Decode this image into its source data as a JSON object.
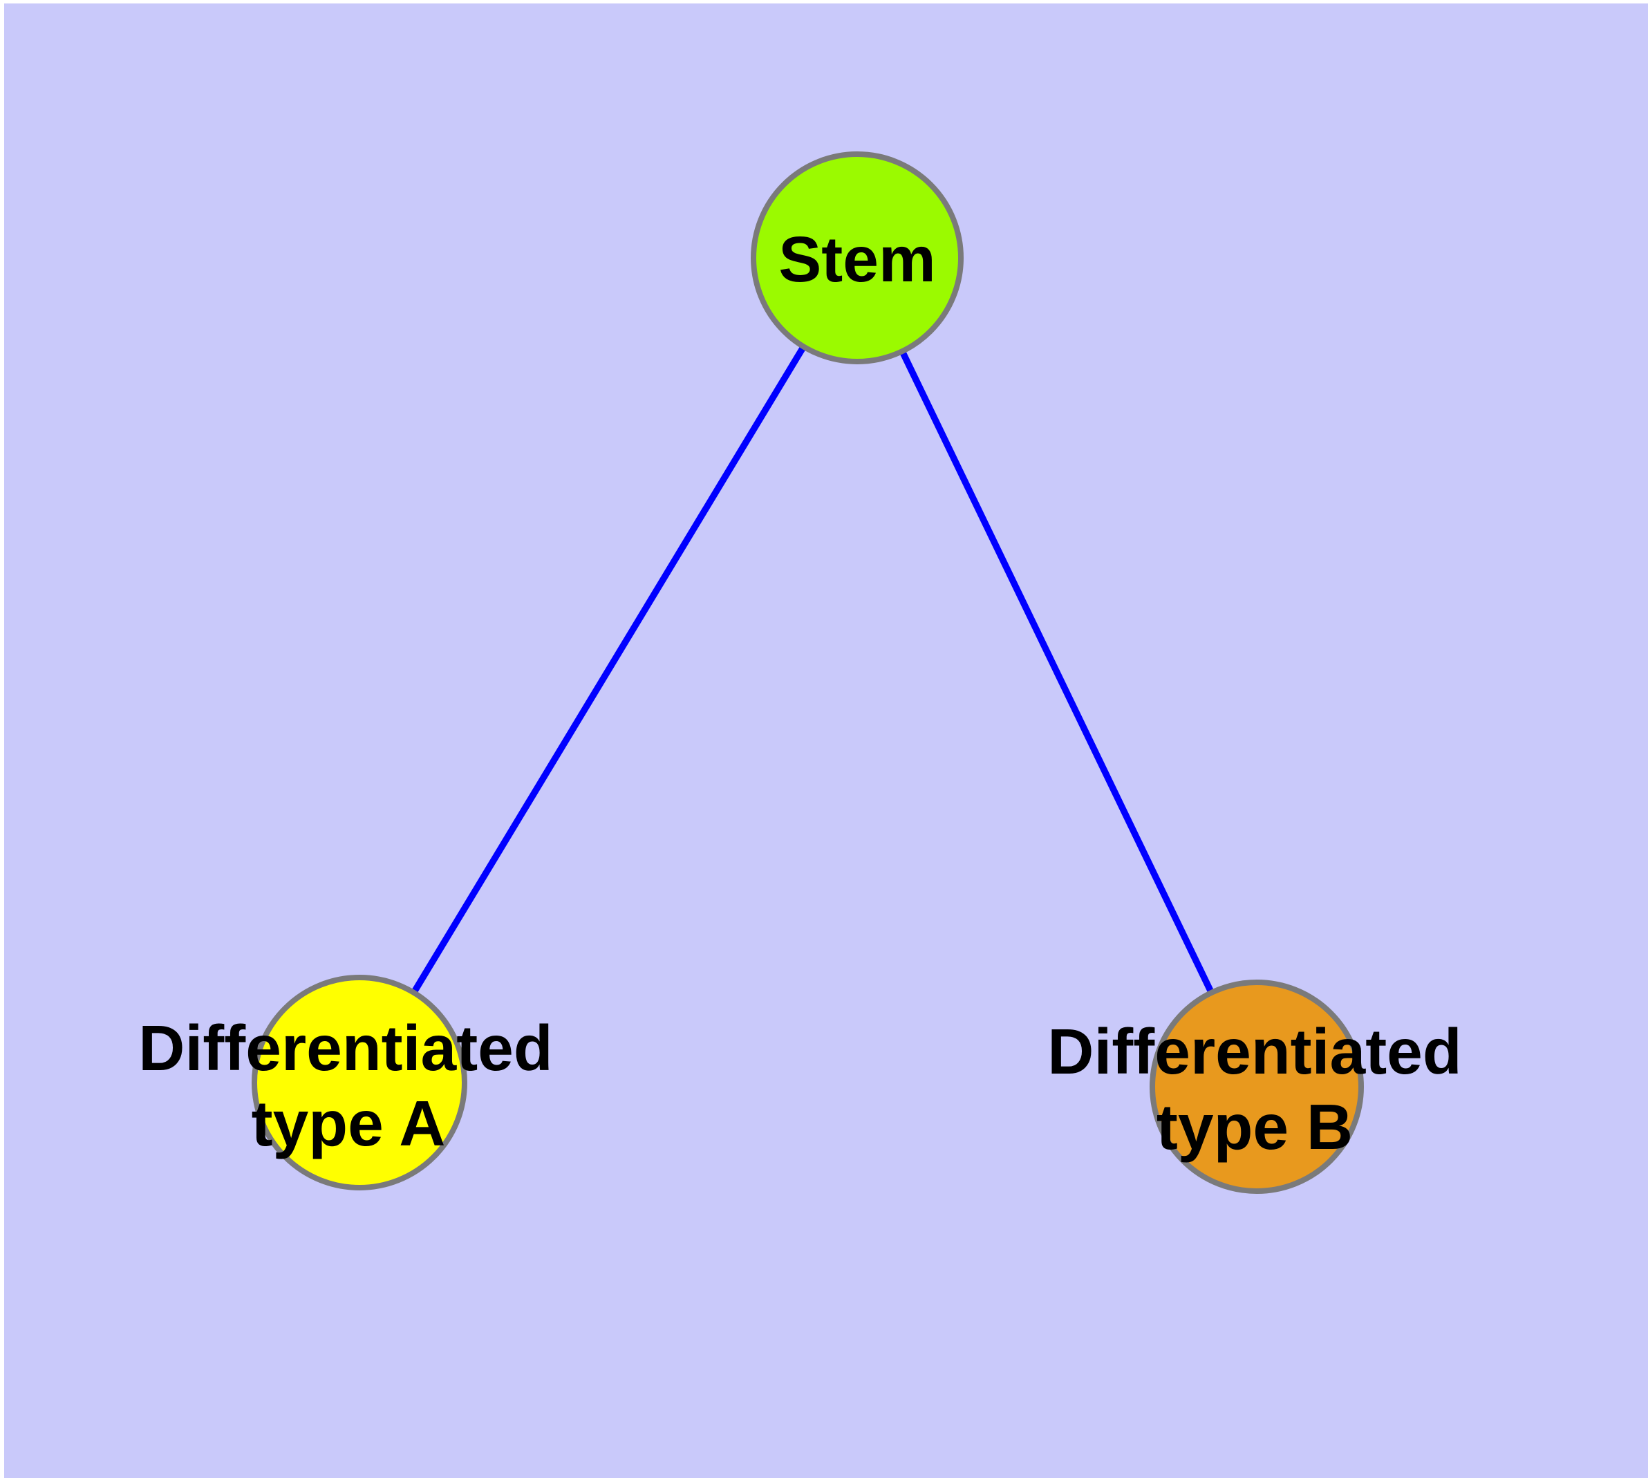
{
  "graph": {
    "background_color": "#C9C9FA",
    "margin_color": "#FFFFFF",
    "edge_color": "#0000FF",
    "node_border_color": "#7A7A7A",
    "text_color": "#000000",
    "nodes": [
      {
        "id": "stem",
        "label": "Stem",
        "color": "#9BFA00"
      },
      {
        "id": "differentiated-type-a",
        "label_line1": "Differentiated",
        "label_line2": "type A",
        "color": "#FFFF00"
      },
      {
        "id": "differentiated-type-b",
        "label_line1": "Differentiated",
        "label_line2": "type B",
        "color": "#E8991E"
      }
    ],
    "edges": [
      {
        "from": "Stem",
        "to": "Differentiated type A"
      },
      {
        "from": "Stem",
        "to": "Differentiated type B"
      }
    ]
  }
}
